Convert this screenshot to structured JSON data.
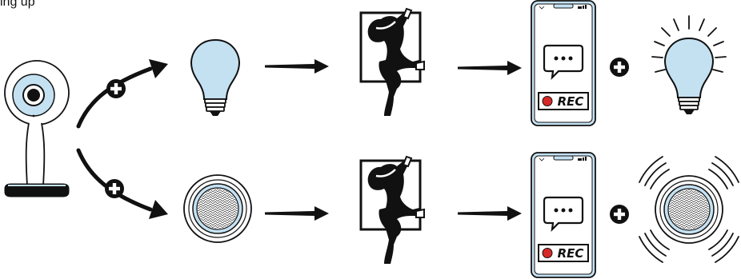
{
  "caption": "ing up",
  "colors": {
    "accent_blue": "#c4e1f2",
    "outline": "#111111",
    "rec_red": "#d62828"
  },
  "rows": [
    {
      "name": "light-row",
      "trigger": "light-bulb-icon",
      "event": "intruder-icon",
      "notify": "smartphone-icon",
      "plus": "plus-icon",
      "result": "light-bulb-flashing-icon",
      "rec_label": "REC"
    },
    {
      "name": "siren-row",
      "trigger": "siren-icon",
      "event": "intruder-icon",
      "notify": "smartphone-icon",
      "plus": "plus-icon",
      "result": "siren-sounding-icon",
      "rec_label": "REC"
    }
  ],
  "camera": "camera-icon"
}
